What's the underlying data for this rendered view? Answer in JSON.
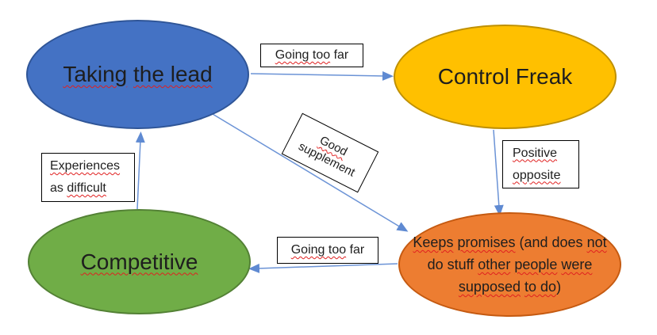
{
  "colors": {
    "background": "#FFFFFF",
    "node_blue_fill": "#4472C4",
    "node_blue_border": "#2F5597",
    "node_yellow_fill": "#FFC000",
    "node_yellow_border": "#BF9000",
    "node_green_fill": "#70AD47",
    "node_green_border": "#538135",
    "node_orange_fill": "#ED7D31",
    "node_orange_border": "#C55A11",
    "arrow_blue": "#6B93D6",
    "spellcheck_red": "#E02020",
    "label_box_border": "#000000",
    "text": "#1E1E1E"
  },
  "nodes": {
    "taking_the_lead": {
      "seg": [
        "Taking",
        " ",
        "the lead"
      ]
    },
    "control_freak": {
      "label": "Control Freak"
    },
    "competitive": {
      "label": "Competitive"
    },
    "keeps_promises": {
      "line1": [
        "Keeps",
        " ",
        "promises",
        " (and does ",
        "not"
      ],
      "line2": [
        "do stuff ",
        "other",
        " ",
        "people",
        " ",
        "were"
      ],
      "line3": [
        "supposed",
        " ",
        "to do",
        ")"
      ]
    }
  },
  "labels": {
    "going_too_far_top": {
      "seg": [
        "Going too",
        " far"
      ]
    },
    "good_supplement": {
      "line1": "Good",
      "line2": "supplement"
    },
    "positive_opposite": {
      "line1": "Positive",
      "line2": "opposite"
    },
    "experiences": {
      "line1": "Experiences",
      "line2a": "as ",
      "line2b": "difficult"
    },
    "going_too_far_bottom": {
      "seg": [
        "Going too",
        " far"
      ]
    }
  },
  "arrows": [
    {
      "name": "taking-the-lead to control-freak",
      "label": "Going too far"
    },
    {
      "name": "taking-the-lead to keeps-promises",
      "label": "Good supplement"
    },
    {
      "name": "control-freak to keeps-promises",
      "label": "Positive opposite"
    },
    {
      "name": "keeps-promises to competitive",
      "label": "Going too far"
    },
    {
      "name": "competitive to taking-the-lead",
      "label": "Experiences as difficult"
    }
  ]
}
